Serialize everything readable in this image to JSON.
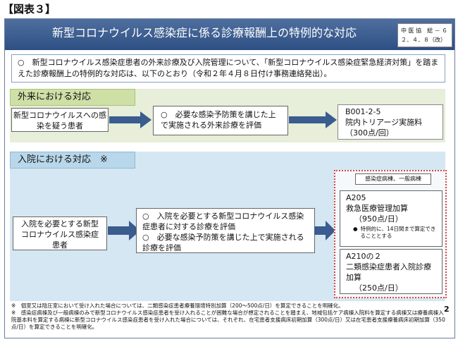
{
  "figure_label": "【図表３】",
  "header": {
    "title": "新型コロナウイルス感染症に係る診療報酬上の特例的な対応",
    "ref_line1": "中 医 協　総 － ６",
    "ref_line2": "２．４．８（改）"
  },
  "intro": {
    "text": "○　新型コロナウイルス感染症患者の外来診療及び入院管理について、「新型コロナウイルス感染症緊急経済対策」を踏まえた診療報酬上の特例的な対応は、以下のとおり（令和２年４月８日付け事務連絡発出）。"
  },
  "outpatient": {
    "heading": "外来における対応",
    "patient": "新型コロナウイルスへの感染を疑う患者",
    "condition": "○　必要な感染予防策を講じた上で実施される外来診療を評価",
    "result_code": "B001-2-5",
    "result_name": "院内トリアージ実施料",
    "result_points": "（300点/回）"
  },
  "inpatient": {
    "heading": "入院における対応　※",
    "patient": "入院を必要とする新型コロナウイルス感染症患者",
    "condition1": "○　入院を必要とする新型コロナウイルス感染症患者に対する診療を評価",
    "condition2": "○　必要な感染予防策を講じた上で実施される診療を評価",
    "ward_label": "感染症病棟、一般病棟",
    "a205_code": "A205",
    "a205_name": "救急医療管理加算",
    "a205_points": "（950点/日）",
    "a205_note": "特例的に、14日間まで算定できることとする",
    "a210_code": "A210の２",
    "a210_name": "二類感染症患者入院診療加算",
    "a210_points": "（250点/日）"
  },
  "footnotes": {
    "note1": "※　個室又は陰圧室において受け入れた場合については、二類感染症患者療養環境特別加算（200～500点/日）を算定できることを明確化。",
    "note2": "※　感染症病棟及び一般病棟のみで新型コロナウイルス感染症患者を受け入れることが困難な場合が想定されることを踏まえ、地域包括ケア病棟入院料を算定する病棟又は療養病棟入院基本料を算定する病棟に新型コロナウイルス感染症患者を受け入れた場合については、それぞれ、在宅患者支援病床初期加算（300点/日）又は在宅患者支援療養病床初期加算（350点/日）を算定できることを明確化。"
  },
  "page_number": "2",
  "colors": {
    "title_bar": "#2d4f83",
    "outpatient_bg": "#e7eed9",
    "inpatient_bg": "#d5e7f2",
    "arrow": "#3a5c8e",
    "dotted_border": "#d94545"
  }
}
